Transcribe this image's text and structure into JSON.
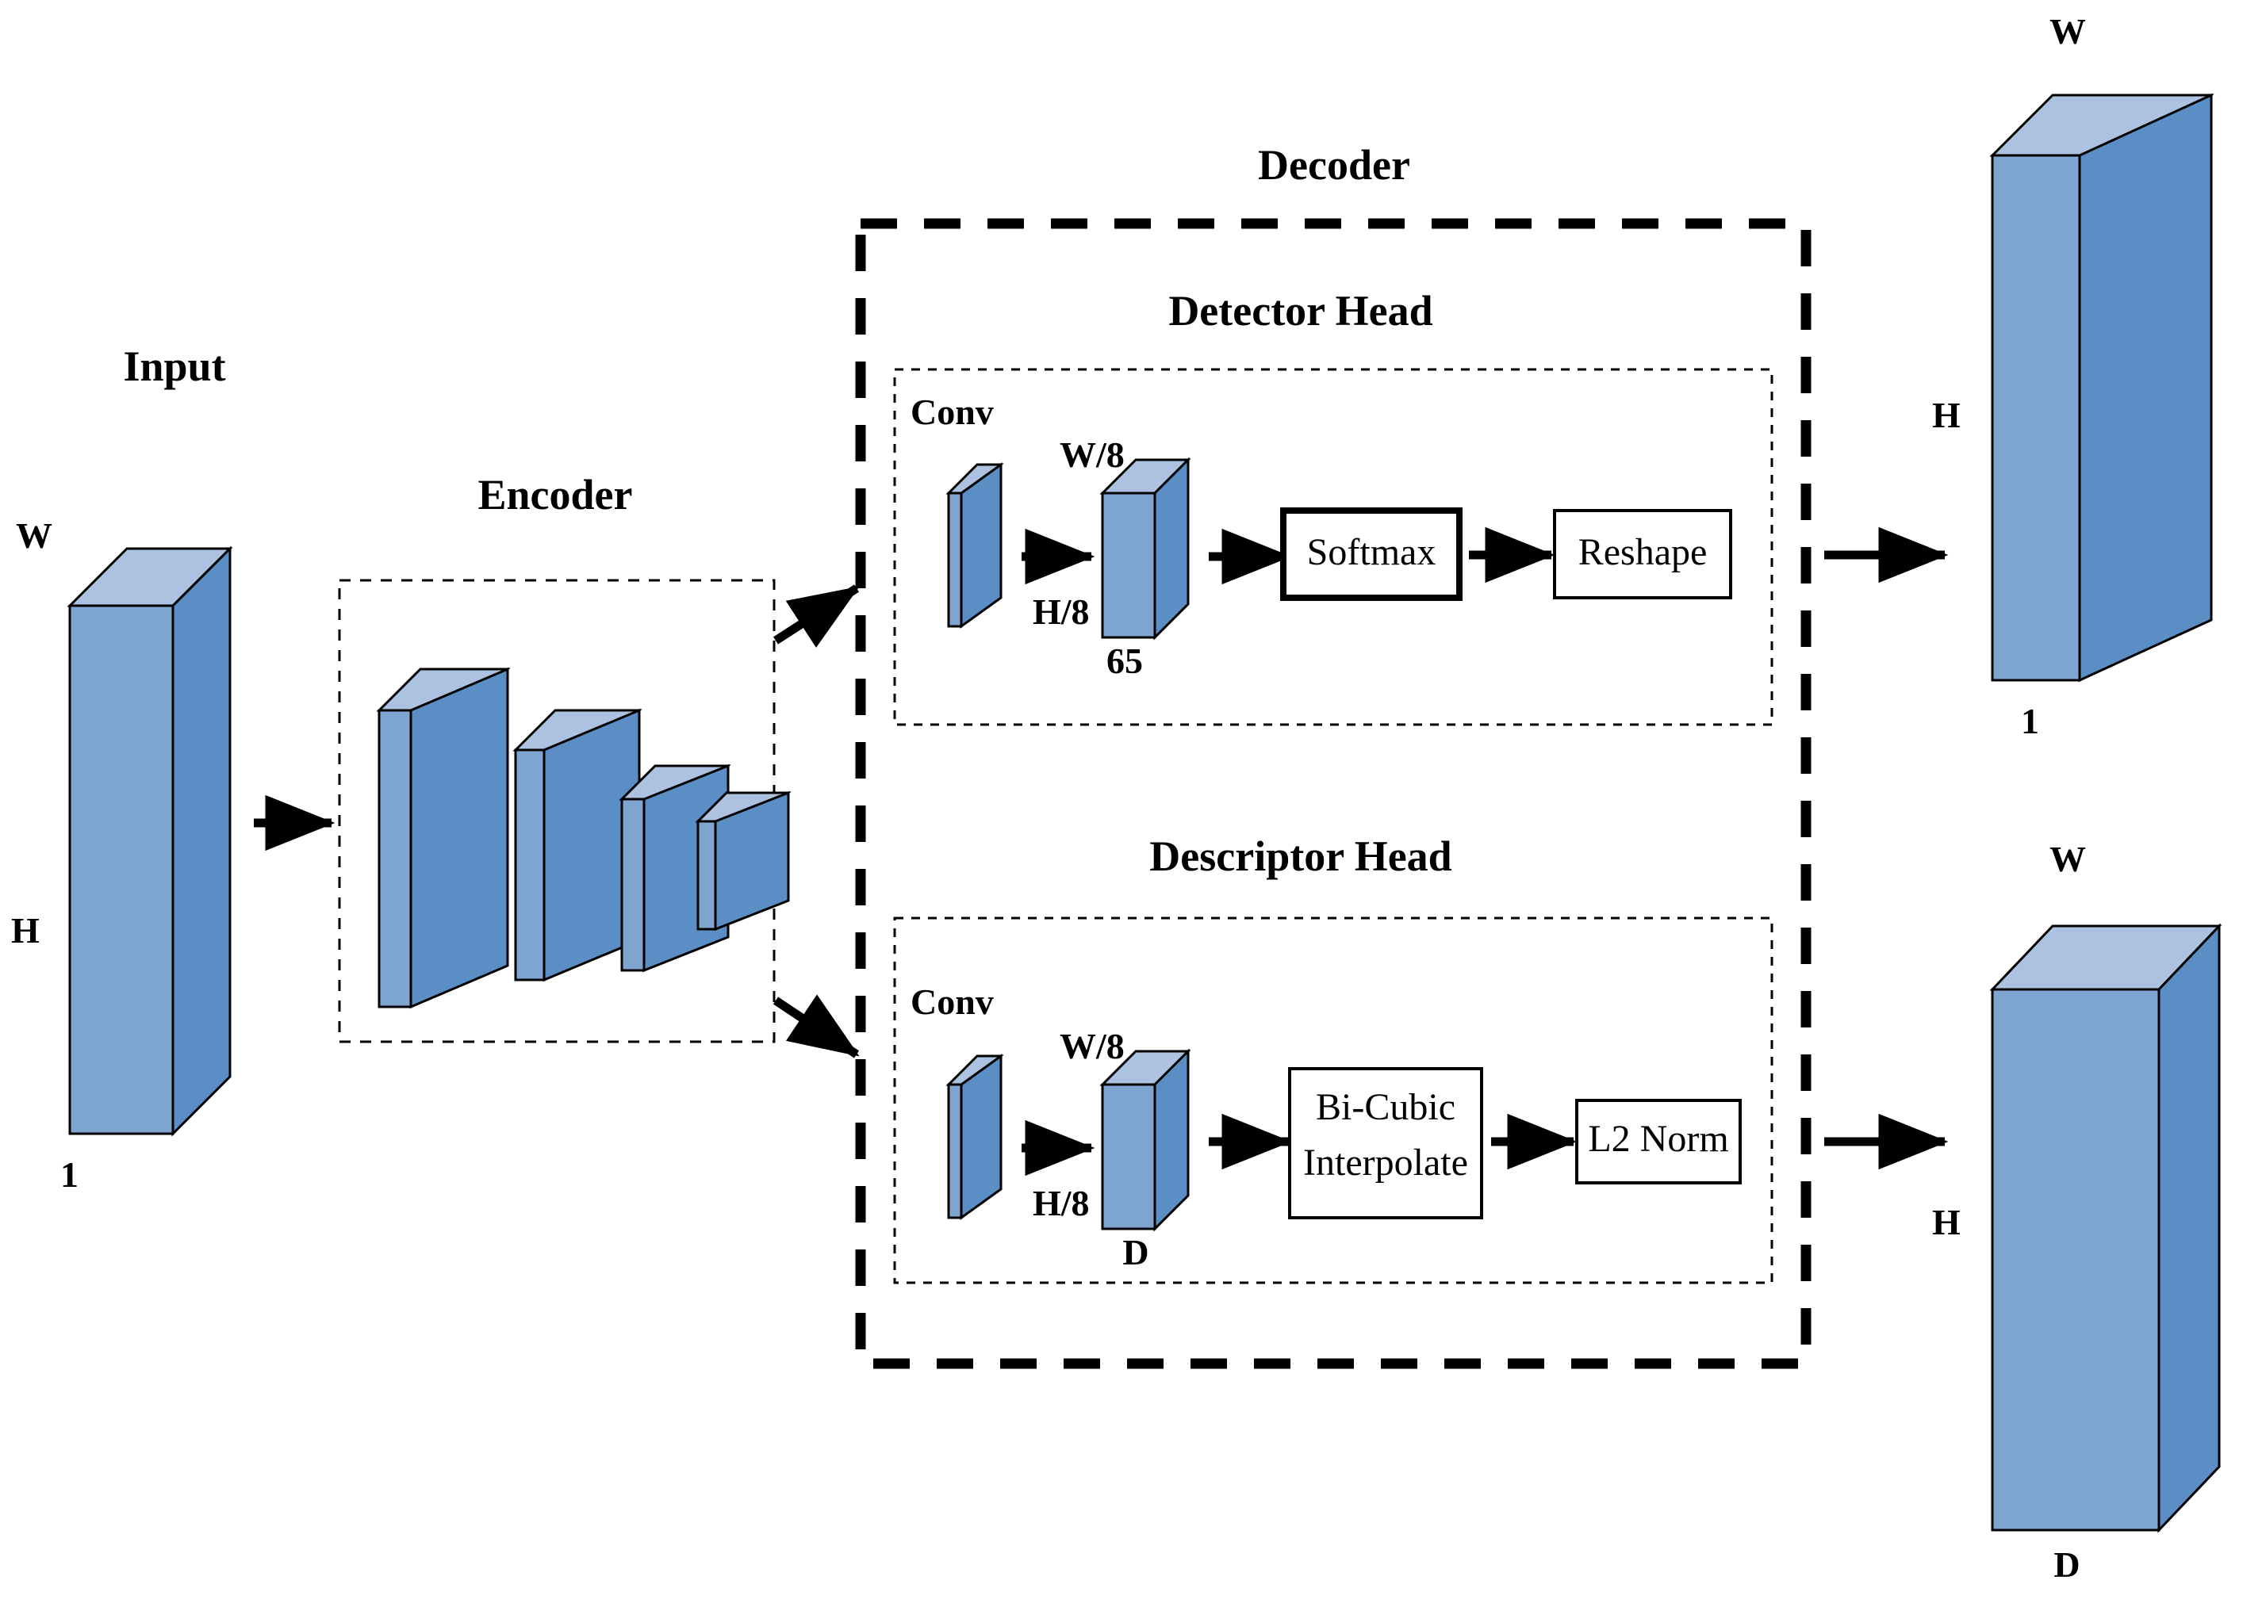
{
  "diagram": {
    "title_input": "Input",
    "title_encoder": "Encoder",
    "title_decoder": "Decoder",
    "title_detector_head": "Detector Head",
    "title_descriptor_head": "Descriptor Head"
  },
  "input_block": {
    "label_w": "W",
    "label_h": "H",
    "label_depth": "1"
  },
  "detector_head": {
    "conv_label": "Conv",
    "tensor": {
      "label_w": "W/8",
      "label_h": "H/8",
      "label_depth": "65"
    },
    "ops": [
      {
        "name": "softmax",
        "label": "Softmax"
      },
      {
        "name": "reshape",
        "label": "Reshape"
      }
    ]
  },
  "descriptor_head": {
    "conv_label": "Conv",
    "tensor": {
      "label_w": "W/8",
      "label_h": "H/8",
      "label_depth": "D"
    },
    "ops": [
      {
        "name": "bicubic-interpolate",
        "label_line1": "Bi-Cubic",
        "label_line2": "Interpolate"
      },
      {
        "name": "l2-norm",
        "label": "L2 Norm"
      }
    ]
  },
  "output_detector": {
    "label_w": "W",
    "label_h": "H",
    "label_depth": "1"
  },
  "output_descriptor": {
    "label_w": "W",
    "label_h": "H",
    "label_depth": "D"
  },
  "colors": {
    "face_front": "#7fa5d1",
    "face_side": "#5b8ec4",
    "face_top": "#adc2e0",
    "stroke": "#000000",
    "background": "#ffffff"
  }
}
